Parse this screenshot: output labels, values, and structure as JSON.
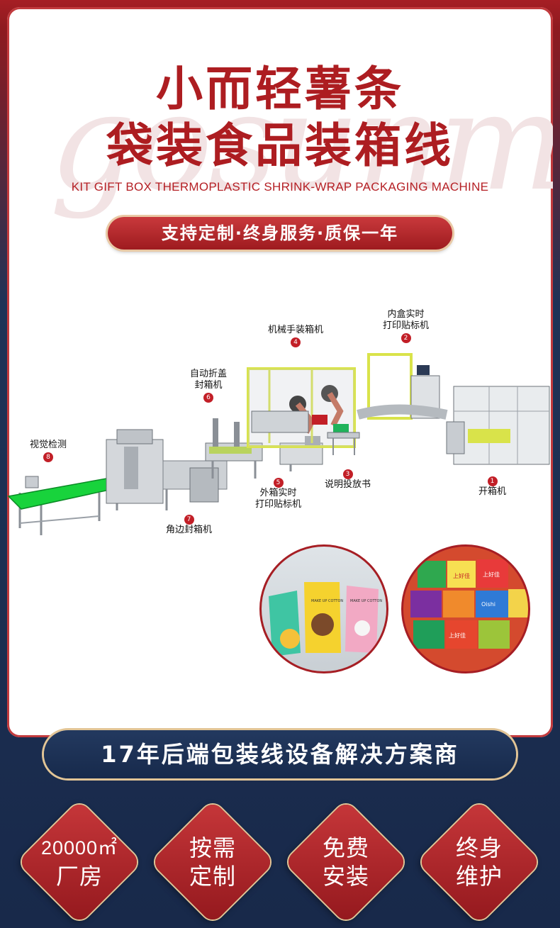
{
  "header": {
    "title_line1": "小而轻薯条",
    "title_line2": "袋装食品装箱线",
    "subtitle": "KIT GIFT BOX THERMOPLASTIC SHRINK-WRAP PACKAGING MACHINE",
    "watermark": "gosunm",
    "slogan": "支持定制·终身服务·质保一年"
  },
  "stations": [
    {
      "num": "1",
      "label": "开箱机"
    },
    {
      "num": "2",
      "label_line1": "内盒实时",
      "label_line2": "打印贴标机"
    },
    {
      "num": "3",
      "label": "说明投放书"
    },
    {
      "num": "4",
      "label": "机械手装箱机"
    },
    {
      "num": "5",
      "label_line1": "外箱实时",
      "label_line2": "打印贴标机"
    },
    {
      "num": "6",
      "label_line1": "自动折盖",
      "label_line2": "封箱机"
    },
    {
      "num": "7",
      "label": "角边封箱机"
    },
    {
      "num": "8",
      "label": "视觉检测"
    }
  ],
  "products": {
    "box_texts": [
      "MAKE UP COTTON",
      "MAKE UP COTTON"
    ],
    "snack_texts": [
      "上好佳",
      "上好佳",
      "Oishi",
      "上好佳"
    ]
  },
  "banner": "17年后端包装线设备解决方案商",
  "features": [
    {
      "line1": "20000㎡",
      "line2": "厂房"
    },
    {
      "line1": "按需",
      "line2": "定制"
    },
    {
      "line1": "免费",
      "line2": "安装"
    },
    {
      "line1": "终身",
      "line2": "维护"
    }
  ],
  "colors": {
    "accent_red": "#ad1d21",
    "navy": "#1b2f53",
    "gold": "#e2c596",
    "conveyor_green": "#18d33c",
    "frame_yellow": "#d9e34a"
  }
}
